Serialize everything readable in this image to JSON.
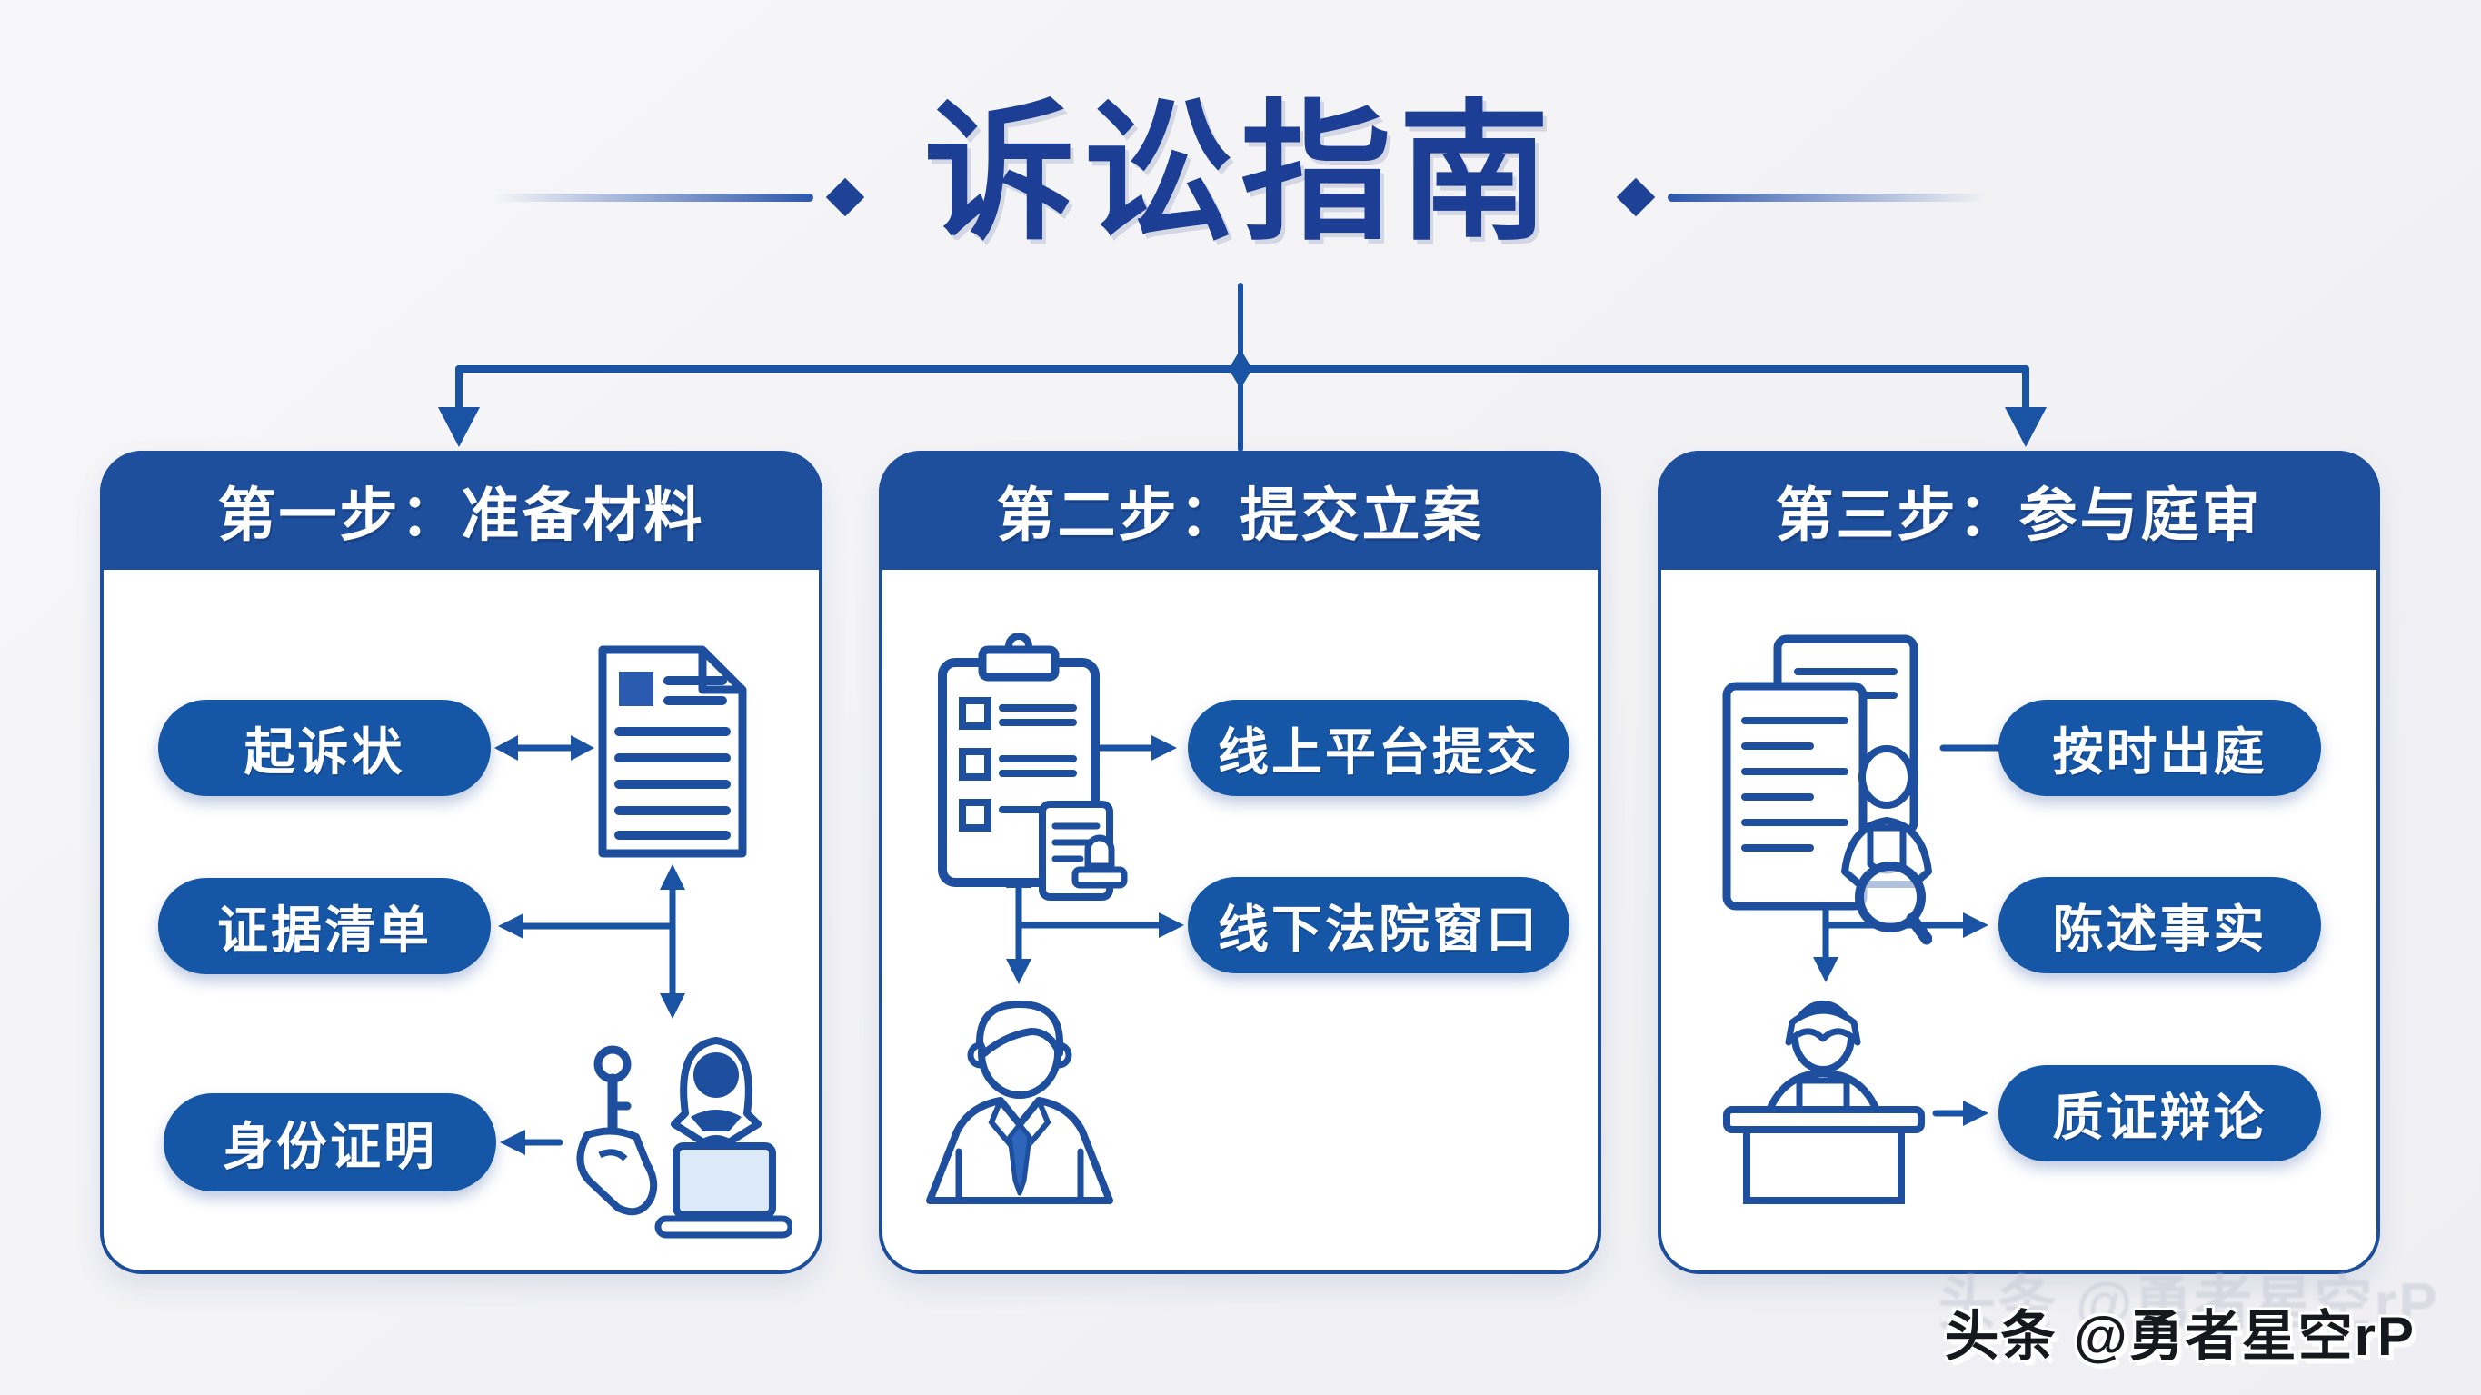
{
  "title": "诉讼指南",
  "steps": [
    {
      "header": "第一步：准备材料",
      "items": [
        "起诉状",
        "证据清单",
        "身份证明"
      ],
      "icons": [
        "complaint-document-icon",
        "identity-verification-icon"
      ]
    },
    {
      "header": "第二步：提交立案",
      "items": [
        "线上平台提交",
        "线下法院窗口"
      ],
      "icons": [
        "filing-checklist-icon",
        "litigant-person-icon"
      ]
    },
    {
      "header": "第三步：参与庭审",
      "items": [
        "按时出庭",
        "陈述事实",
        "质证辩论"
      ],
      "icons": [
        "evidence-review-icon",
        "courtroom-desk-icon"
      ]
    }
  ],
  "watermark": "头条 @勇者星空rP",
  "colors": {
    "title_navy": "#1c3e94",
    "header_blue": "#1e4f9d",
    "pill_blue": "#1656a6",
    "icon_stroke_blue": "#1d4f9e",
    "arrow_blue": "#1a53a4",
    "background": "#f4f4f6",
    "card_white": "#ffffff"
  }
}
